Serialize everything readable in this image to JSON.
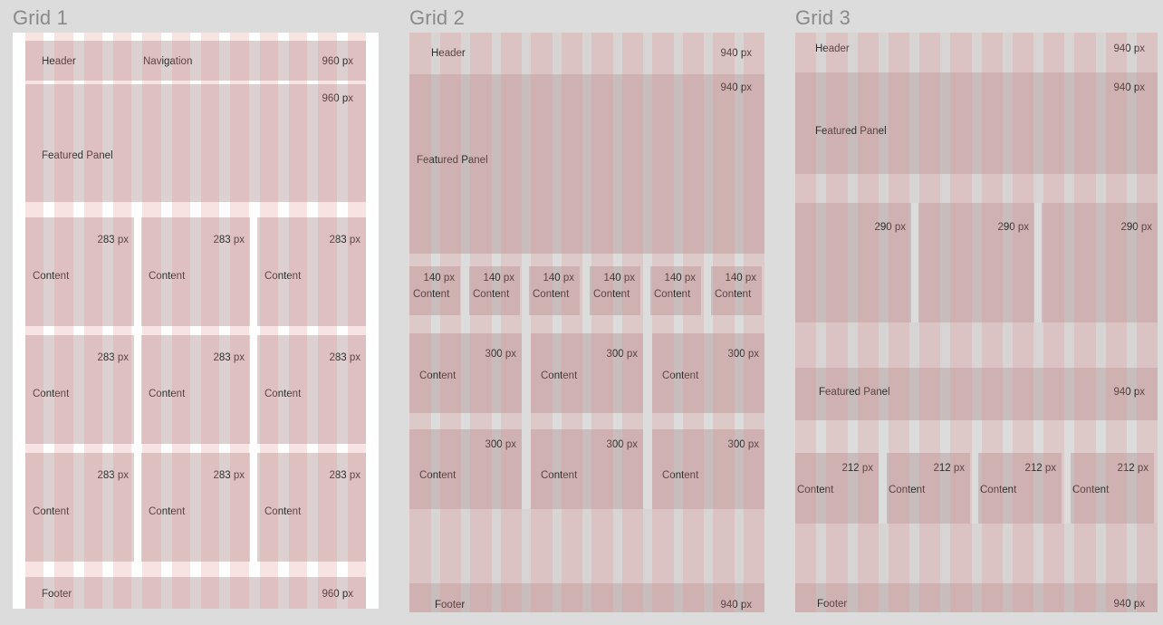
{
  "page": {
    "background_color": "#dcdcdc",
    "title_color": "#8a8a8a",
    "column_color": "#e49494",
    "block_color": "#ae8f8f",
    "canvas_color": "#ffffff"
  },
  "panels": [
    {
      "id": "grid-1",
      "title": "Grid 1",
      "columns": 12,
      "blocks": [
        {
          "name": "header",
          "labels": [
            "Header",
            "Navigation",
            "960 px"
          ]
        },
        {
          "name": "featured-panel",
          "labels": [
            "Featured Panel",
            "960 px"
          ]
        },
        {
          "name": "content-1",
          "labels": [
            "Content",
            "283 px"
          ]
        },
        {
          "name": "content-2",
          "labels": [
            "Content",
            "283 px"
          ]
        },
        {
          "name": "content-3",
          "labels": [
            "Content",
            "283 px"
          ]
        },
        {
          "name": "content-4",
          "labels": [
            "Content",
            "283 px"
          ]
        },
        {
          "name": "content-5",
          "labels": [
            "Content",
            "283 px"
          ]
        },
        {
          "name": "content-6",
          "labels": [
            "Content",
            "283 px"
          ]
        },
        {
          "name": "content-7",
          "labels": [
            "Content",
            "283 px"
          ]
        },
        {
          "name": "content-8",
          "labels": [
            "Content",
            "283 px"
          ]
        },
        {
          "name": "content-9",
          "labels": [
            "Content",
            "283 px"
          ]
        },
        {
          "name": "footer",
          "labels": [
            "Footer",
            "960 px"
          ]
        }
      ]
    },
    {
      "id": "grid-2",
      "title": "Grid 2",
      "columns": 12,
      "blocks": [
        {
          "name": "header",
          "labels": [
            "Header",
            "940 px"
          ]
        },
        {
          "name": "featured-panel",
          "labels": [
            "Featured Panel",
            "940 px"
          ]
        },
        {
          "name": "content-1",
          "labels": [
            "140 px",
            "Content"
          ]
        },
        {
          "name": "content-2",
          "labels": [
            "140 px",
            "Content"
          ]
        },
        {
          "name": "content-3",
          "labels": [
            "140 px",
            "Content"
          ]
        },
        {
          "name": "content-4",
          "labels": [
            "140 px",
            "Content"
          ]
        },
        {
          "name": "content-5",
          "labels": [
            "140 px",
            "Content"
          ]
        },
        {
          "name": "content-6",
          "labels": [
            "140 px",
            "Content"
          ]
        },
        {
          "name": "content-7",
          "labels": [
            "Content",
            "300 px"
          ]
        },
        {
          "name": "content-8",
          "labels": [
            "Content",
            "300 px"
          ]
        },
        {
          "name": "content-9",
          "labels": [
            "Content",
            "300 px"
          ]
        },
        {
          "name": "content-10",
          "labels": [
            "Content",
            "300 px"
          ]
        },
        {
          "name": "content-11",
          "labels": [
            "Content",
            "300 px"
          ]
        },
        {
          "name": "content-12",
          "labels": [
            "Content",
            "300 px"
          ]
        },
        {
          "name": "footer",
          "labels": [
            "Footer",
            "940 px"
          ]
        }
      ]
    },
    {
      "id": "grid-3",
      "title": "Grid 3",
      "columns": 12,
      "blocks": [
        {
          "name": "header",
          "labels": [
            "Header",
            "940 px"
          ]
        },
        {
          "name": "featured-panel-1",
          "labels": [
            "Featured Panel",
            "940 px"
          ]
        },
        {
          "name": "media-1",
          "labels": [
            "290 px"
          ]
        },
        {
          "name": "media-2",
          "labels": [
            "290 px"
          ]
        },
        {
          "name": "media-3",
          "labels": [
            "290 px"
          ]
        },
        {
          "name": "featured-panel-2",
          "labels": [
            "Featured Panel",
            "940 px"
          ]
        },
        {
          "name": "content-1",
          "labels": [
            "212 px",
            "Content"
          ]
        },
        {
          "name": "content-2",
          "labels": [
            "212 px",
            "Content"
          ]
        },
        {
          "name": "content-3",
          "labels": [
            "212 px",
            "Content"
          ]
        },
        {
          "name": "content-4",
          "labels": [
            "212 px",
            "Content"
          ]
        },
        {
          "name": "footer",
          "labels": [
            "Footer",
            "940 px"
          ]
        }
      ]
    }
  ],
  "labels": {
    "grid1": {
      "title": "Grid 1",
      "header": "Header",
      "navigation": "Navigation",
      "header_width": "960 px",
      "featured": "Featured Panel",
      "featured_width": "960 px",
      "content": "Content",
      "content_width": "283 px",
      "footer": "Footer",
      "footer_width": "960 px"
    },
    "grid2": {
      "title": "Grid 2",
      "header": "Header",
      "header_width": "940 px",
      "featured": "Featured Panel",
      "featured_width": "940 px",
      "content": "Content",
      "small_width": "140 px",
      "mid_width": "300 px",
      "footer": "Footer",
      "footer_width": "940 px"
    },
    "grid3": {
      "title": "Grid 3",
      "header": "Header",
      "header_width": "940 px",
      "featured": "Featured Panel",
      "featured_width": "940 px",
      "media_width": "290 px",
      "content": "Content",
      "content_width": "212 px",
      "footer": "Footer",
      "footer_width": "940 px"
    }
  }
}
